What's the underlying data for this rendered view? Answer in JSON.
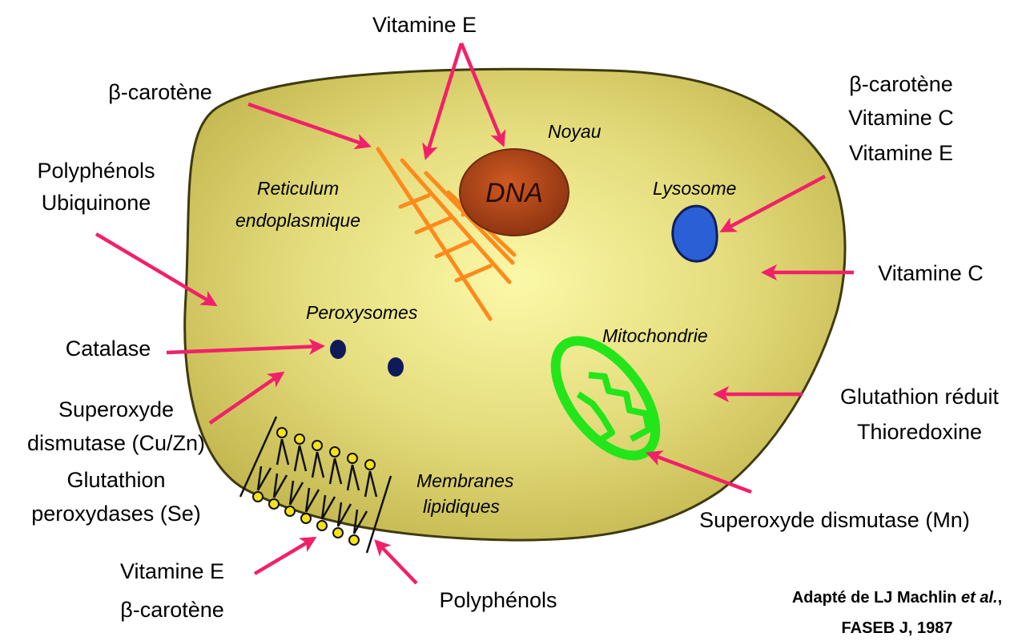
{
  "labels": {
    "vitamine_e_top": "Vitamine E",
    "beta_carotene_left": "β-carotène",
    "polyphenols_ubiquinone": [
      "Polyphénols",
      "Ubiquinone"
    ],
    "catalase": "Catalase",
    "sod_cu_zn": [
      "Superoxyde",
      "dismutase (Cu/Zn)",
      "Glutathion",
      "peroxydases (Se)"
    ],
    "vitamine_e_beta_bottom": [
      "Vitamine E",
      "β-carotène"
    ],
    "polyphenols_bottom": "Polyphénols",
    "beta_c_e_right": [
      "β-carotène",
      "Vitamine C",
      "Vitamine E"
    ],
    "vitamine_c_right": "Vitamine C",
    "glutathion_thioredoxine": [
      "Glutathion réduit",
      "Thioredoxine"
    ],
    "sod_mn": "Superoxyde dismutase (Mn)"
  },
  "organelles": {
    "noyau": "Noyau",
    "dna": "DNA",
    "reticulum": [
      "Reticulum",
      "endoplasmique"
    ],
    "lysosome": "Lysosome",
    "peroxysomes": "Peroxysomes",
    "mitochondrie": "Mitochondrie",
    "membranes": [
      "Membranes",
      "lipidiques"
    ]
  },
  "credit": {
    "line1_prefix": "Adapté de LJ Machlin ",
    "line1_italic": "et al.",
    "line1_suffix": ",",
    "line2": "FASEB J, 1987"
  },
  "colors": {
    "arrow": "#f2206a",
    "cell_fill_center": "#f9f6a0",
    "cell_fill_edge": "#c9bd55",
    "cell_border": "#4a4412",
    "nucleus": "#b5481a",
    "reticulum": "#ff8a1c",
    "lysosome": "#2a5fd6",
    "peroxysome": "#0e1a5a",
    "mitochondria": "#22e61a"
  }
}
